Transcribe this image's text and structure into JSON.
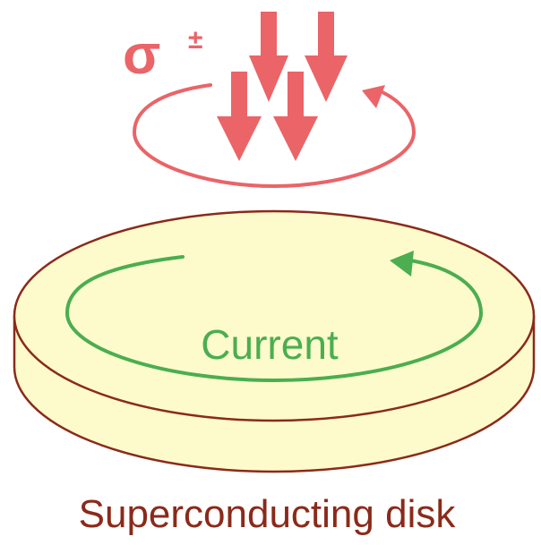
{
  "sigma": {
    "symbol": "σ",
    "superscript": "±",
    "color": "#ea6468"
  },
  "current_label": "Current",
  "disk_label": "Superconducting disk",
  "colors": {
    "sigma": "#ea6468",
    "current": "#4bae50",
    "disk_fill": "#fdfbcc",
    "disk_stroke": "#8b2a1a",
    "disk_label": "#8b2a1a"
  },
  "icons": {
    "spin_arrows": "down-arrow",
    "rotation": "counter-clockwise-circular-arrow",
    "current_flow": "counter-clockwise-circular-arrow"
  }
}
